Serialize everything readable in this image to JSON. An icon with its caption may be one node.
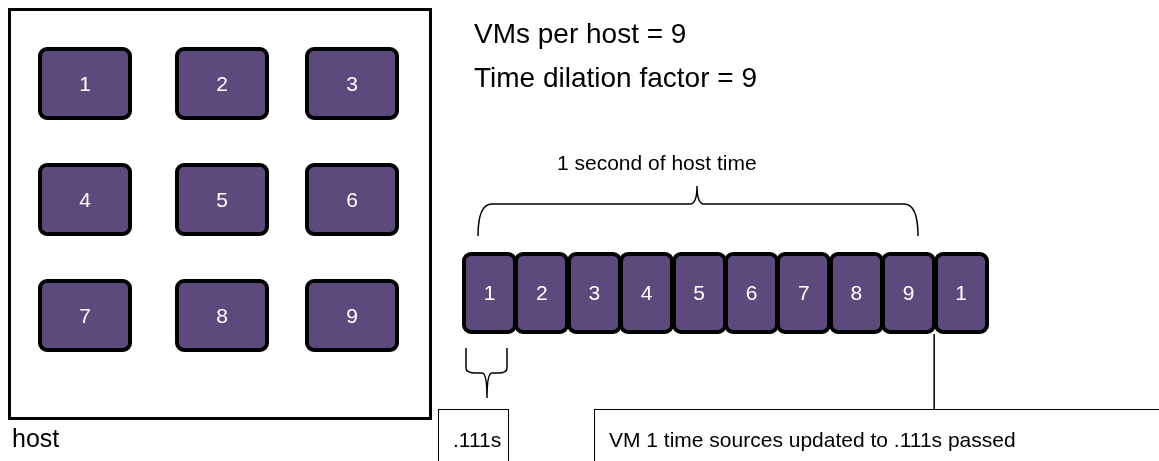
{
  "diagram": {
    "nodes": [
      {
        "text": [
          "host"
        ]
      },
      {
        "text": [
          "1"
        ],
        "in": 0
      },
      {
        "text": [
          "2"
        ],
        "in": 0
      },
      {
        "text": [
          "3"
        ],
        "in": 0
      },
      {
        "text": [
          "4"
        ],
        "in": 0
      },
      {
        "text": [
          "5"
        ],
        "in": 0
      },
      {
        "text": [
          "6"
        ],
        "in": 0
      },
      {
        "text": [
          "7"
        ],
        "in": 0
      },
      {
        "text": [
          "8"
        ],
        "in": 0
      },
      {
        "text": [
          "9"
        ],
        "in": 0
      },
      {
        "text": [
          "1"
        ]
      },
      {
        "text": [
          "2"
        ]
      },
      {
        "text": [
          "3"
        ]
      },
      {
        "text": [
          "4"
        ]
      },
      {
        "text": [
          "5"
        ]
      },
      {
        "text": [
          "6"
        ]
      },
      {
        "text": [
          "7"
        ]
      },
      {
        "text": [
          "8"
        ]
      },
      {
        "text": [
          "9"
        ]
      },
      {
        "text": [
          "1"
        ]
      },
      {
        "text": [
          ".111s"
        ]
      },
      {
        "text": [
          "VM 1 time sources updated to .111s passed"
        ]
      }
    ],
    "edges": [
      {
        "from": 21,
        "to": 18,
        "arrow": "none"
      }
    ],
    "labels": [
      "VMs per host = 9",
      "Time dilation factor = 9",
      "1 second of host time"
    ]
  }
}
